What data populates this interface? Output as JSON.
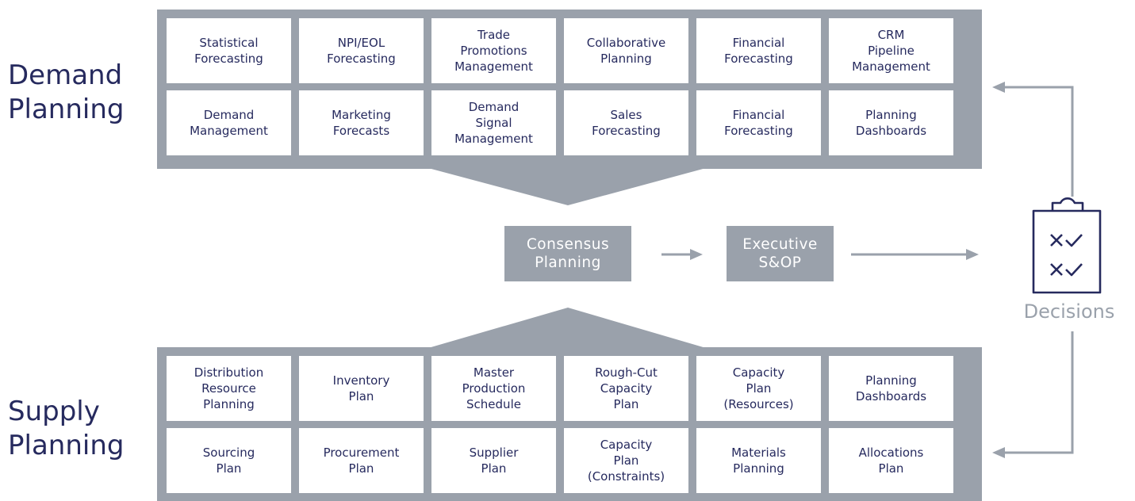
{
  "demand": {
    "title_line1": "Demand",
    "title_line2": "Planning",
    "cells": [
      "Statistical\nForecasting",
      "NPI/EOL\nForecasting",
      "Trade\nPromotions\nManagement",
      "Collaborative\nPlanning",
      "Financial\nForecasting",
      "CRM\nPipeline\nManagement",
      "Demand\nManagement",
      "Marketing\nForecasts",
      "Demand\nSignal\nManagement",
      "Sales\nForecasting",
      "Financial\nForecasting",
      "Planning\nDashboards"
    ]
  },
  "supply": {
    "title_line1": "Supply",
    "title_line2": "Planning",
    "cells": [
      "Distribution\nResource\nPlanning",
      "Inventory\nPlan",
      "Master\nProduction\nSchedule",
      "Rough-Cut\nCapacity\nPlan",
      "Capacity\nPlan\n(Resources)",
      "Planning\nDashboards",
      "Sourcing\nPlan",
      "Procurement\nPlan",
      "Supplier\nPlan",
      "Capacity\nPlan\n(Constraints)",
      "Materials\nPlanning",
      "Allocations\nPlan"
    ]
  },
  "consensus": "Consensus\nPlanning",
  "executive": "Executive\nS&OP",
  "decisions": "Decisions",
  "icons": {
    "clipboard": "clipboard-checklist-icon"
  },
  "colors": {
    "navy": "#262a5e",
    "panel_gray": "#9aa1ab",
    "white": "#ffffff"
  }
}
